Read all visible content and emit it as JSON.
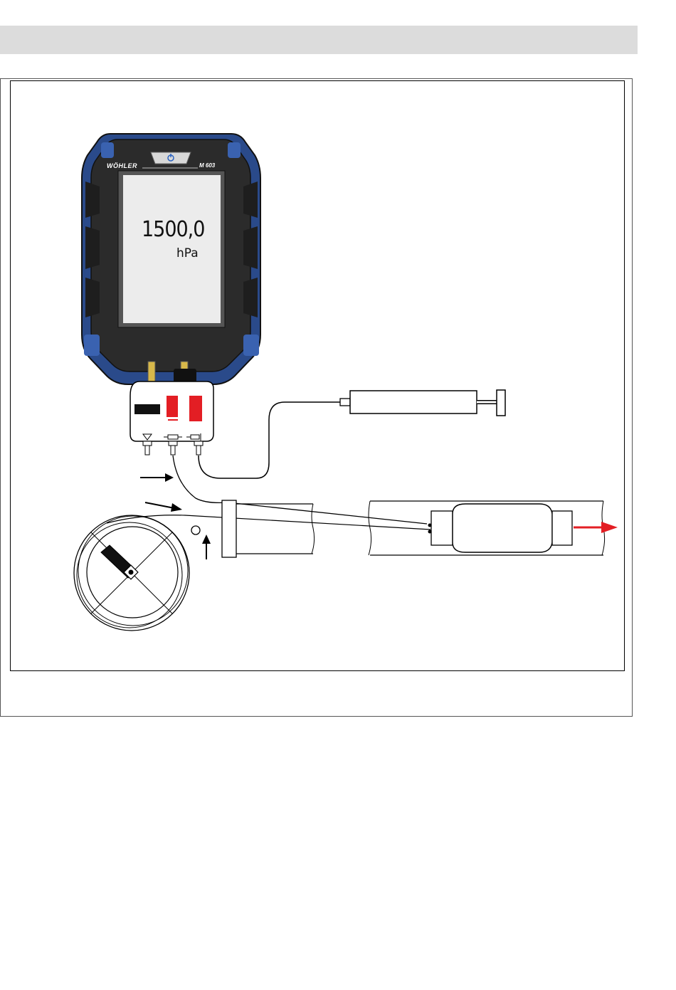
{
  "device": {
    "brand": "WÖHLER",
    "model": "M 603",
    "reading_value": "1500,0",
    "reading_unit": "hPa"
  },
  "colors": {
    "device_blue": "#2a4a8a",
    "device_dark": "#2b2b2b",
    "screen": "#ececec",
    "connector_red": "#e31e24",
    "flow_arrow_red": "#e31e24",
    "header_bar": "#dcdcdc"
  },
  "icons": [
    "power-icon",
    "port-triangle-icon",
    "port-adapter-icon",
    "port-syringe-icon"
  ]
}
